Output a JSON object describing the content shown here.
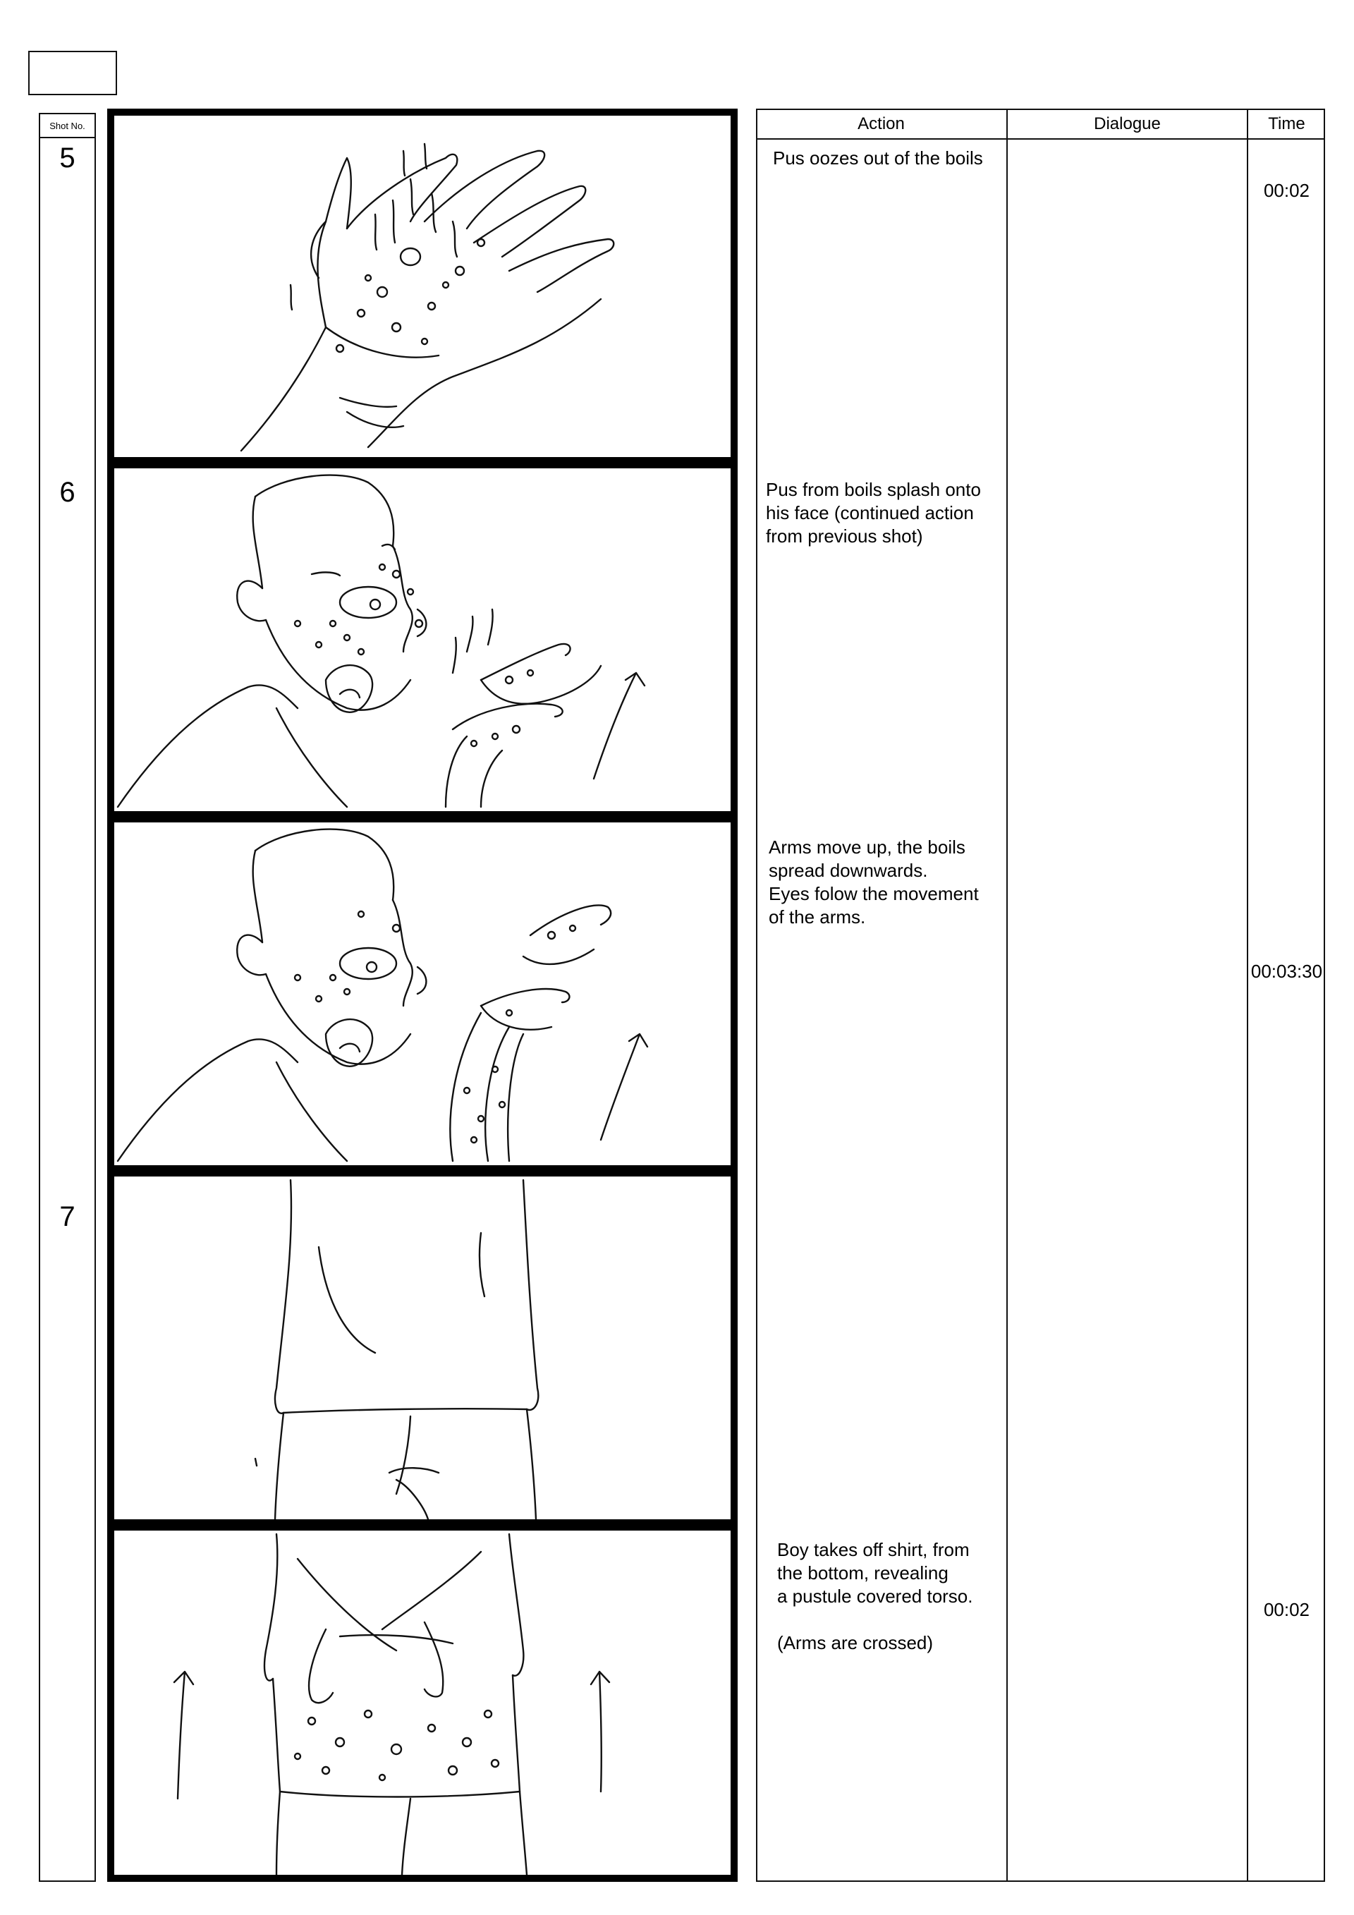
{
  "sheet": {
    "shot_header": "Shot No."
  },
  "shots": [
    {
      "number": "5"
    },
    {
      "number": "6"
    },
    {
      "number": "7"
    }
  ],
  "table": {
    "headers": {
      "action": "Action",
      "dialogue": "Dialogue",
      "time": "Time"
    },
    "actions": [
      "Pus oozes out of the boils",
      "Pus from boils splash onto\nhis face (continued action\nfrom previous shot)",
      "Arms move up, the boils\nspread downwards.\nEyes folow the movement\nof the arms.",
      "Boy takes off shirt, from\nthe bottom, revealing\na pustule covered torso.\n\n (Arms are crossed)"
    ],
    "times": [
      "00:02",
      "00:03:30",
      "00:02"
    ]
  }
}
